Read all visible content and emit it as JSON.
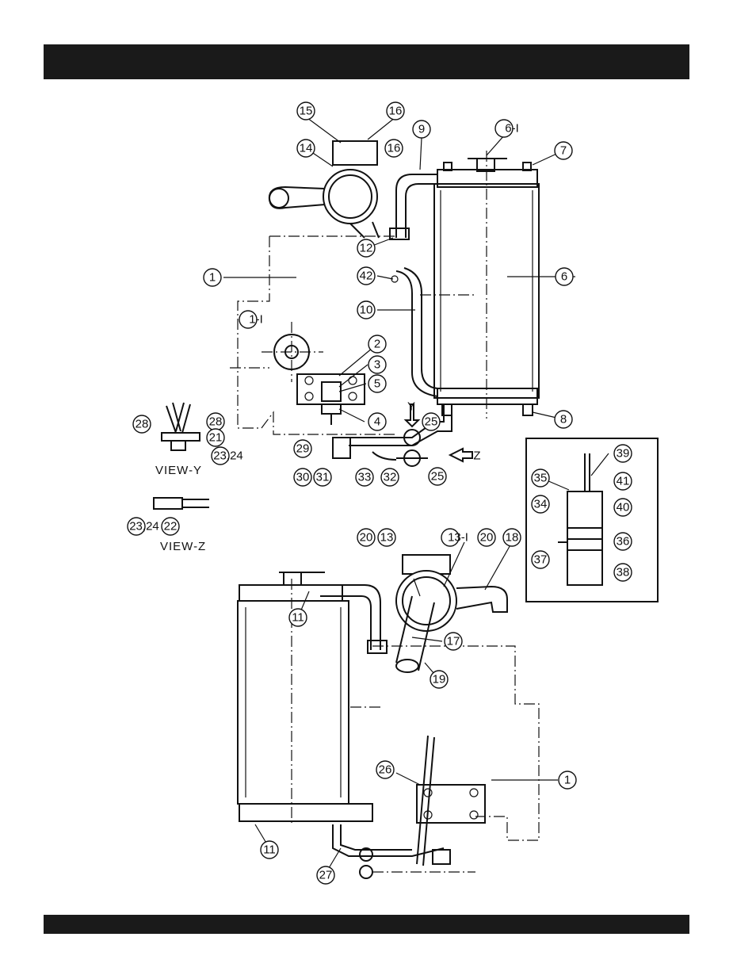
{
  "header_bar": {
    "color": "#1a1a1a"
  },
  "footer_bar": {
    "color": "#1a1a1a"
  },
  "views": {
    "view_y": "VIEW-Y",
    "view_z": "VIEW-Z",
    "arrow_y": "Y",
    "arrow_z": "Z"
  },
  "callouts": [
    "15",
    "16",
    "16",
    "14",
    "9",
    "6-I",
    "7",
    "12",
    "1",
    "42",
    "6",
    "10",
    "1-I",
    "2",
    "3",
    "5",
    "4",
    "25",
    "8",
    "28",
    "28",
    "21",
    "23,24",
    "29",
    "25",
    "30",
    "31",
    "33",
    "32",
    "39",
    "35",
    "41",
    "34",
    "40",
    "36",
    "37",
    "38",
    "23,24",
    "22",
    "20",
    "13",
    "13-I",
    "20",
    "18",
    "11",
    "17",
    "19",
    "26",
    "1",
    "11",
    "27"
  ]
}
